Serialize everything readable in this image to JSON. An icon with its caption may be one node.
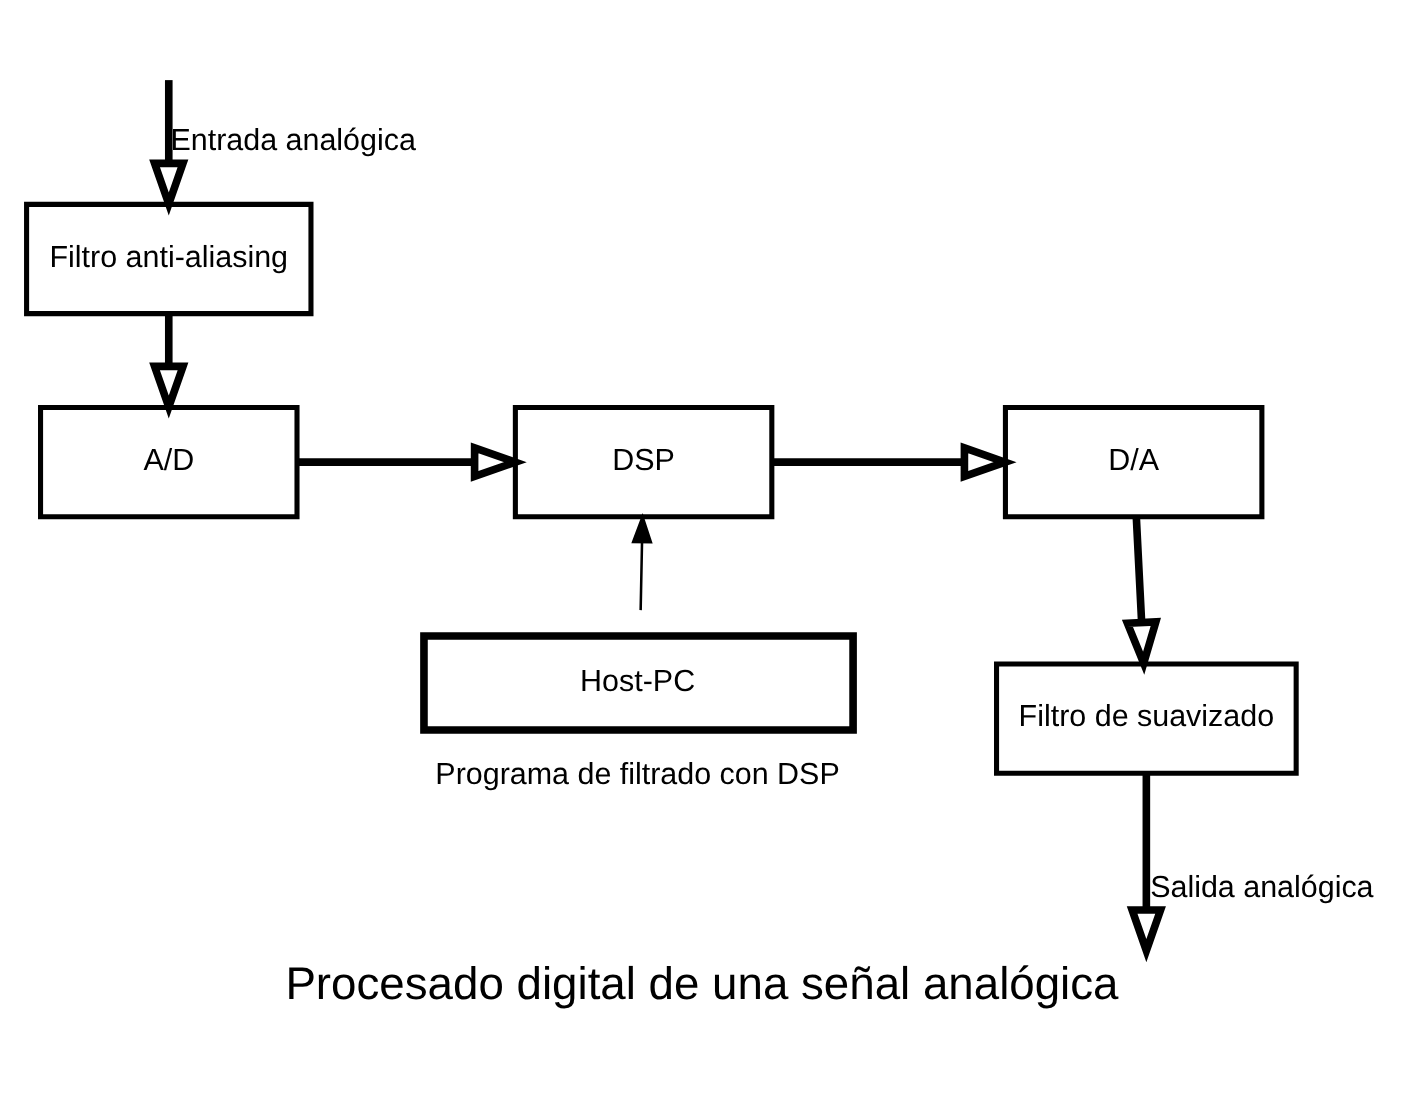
{
  "diagram": {
    "caption": "Procesado digital de una señal analógica",
    "nodes": [
      {
        "text": [
          "Filtro anti-aliasing"
        ]
      },
      {
        "text": [
          "A/D"
        ]
      },
      {
        "text": [
          "DSP"
        ]
      },
      {
        "text": [
          "D/A"
        ]
      },
      {
        "text": [
          "Host-PC"
        ],
        "beside": [
          "Programa de filtrado con DSP"
        ]
      },
      {
        "text": [
          "Filtro de suavizado"
        ]
      }
    ],
    "edges": [
      {
        "from": null,
        "to": 0,
        "arrow": "to",
        "label": "Entrada analógica"
      },
      {
        "from": 0,
        "to": 1,
        "arrow": "to"
      },
      {
        "from": 1,
        "to": 2,
        "arrow": "to"
      },
      {
        "from": 2,
        "to": 3,
        "arrow": "to"
      },
      {
        "from": 3,
        "to": 5,
        "arrow": "to"
      },
      {
        "from": 4,
        "to": 2,
        "arrow": "to"
      },
      {
        "from": 5,
        "to": null,
        "arrow": "to",
        "label": "Salida analógica"
      }
    ]
  }
}
